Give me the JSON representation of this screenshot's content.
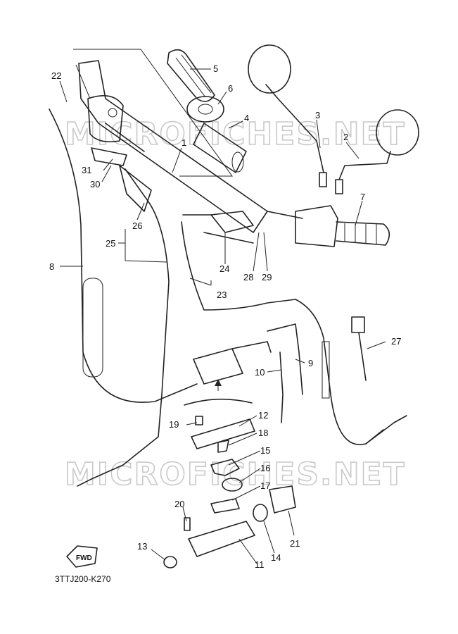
{
  "diagram": {
    "watermark": "MICROFICHES.NET",
    "code": "3TTJ200-K270",
    "fwd_label": "FWD",
    "callouts": [
      {
        "id": "c1",
        "text": "1"
      },
      {
        "id": "c2",
        "text": "2"
      },
      {
        "id": "c3",
        "text": "3"
      },
      {
        "id": "c4",
        "text": "4"
      },
      {
        "id": "c5",
        "text": "5"
      },
      {
        "id": "c6",
        "text": "6"
      },
      {
        "id": "c7",
        "text": "7"
      },
      {
        "id": "c8",
        "text": "8"
      },
      {
        "id": "c9",
        "text": "9"
      },
      {
        "id": "c10",
        "text": "10"
      },
      {
        "id": "c11",
        "text": "11"
      },
      {
        "id": "c12",
        "text": "12"
      },
      {
        "id": "c13",
        "text": "13"
      },
      {
        "id": "c14",
        "text": "14"
      },
      {
        "id": "c15",
        "text": "15"
      },
      {
        "id": "c16",
        "text": "16"
      },
      {
        "id": "c17",
        "text": "17"
      },
      {
        "id": "c18",
        "text": "18"
      },
      {
        "id": "c19",
        "text": "19"
      },
      {
        "id": "c20",
        "text": "20"
      },
      {
        "id": "c21",
        "text": "21"
      },
      {
        "id": "c22",
        "text": "22"
      },
      {
        "id": "c23",
        "text": "23"
      },
      {
        "id": "c24",
        "text": "24"
      },
      {
        "id": "c25",
        "text": "25"
      },
      {
        "id": "c26",
        "text": "26"
      },
      {
        "id": "c27",
        "text": "27"
      },
      {
        "id": "c28",
        "text": "28"
      },
      {
        "id": "c29",
        "text": "29"
      },
      {
        "id": "c30",
        "text": "30"
      },
      {
        "id": "c31",
        "text": "31"
      }
    ]
  }
}
